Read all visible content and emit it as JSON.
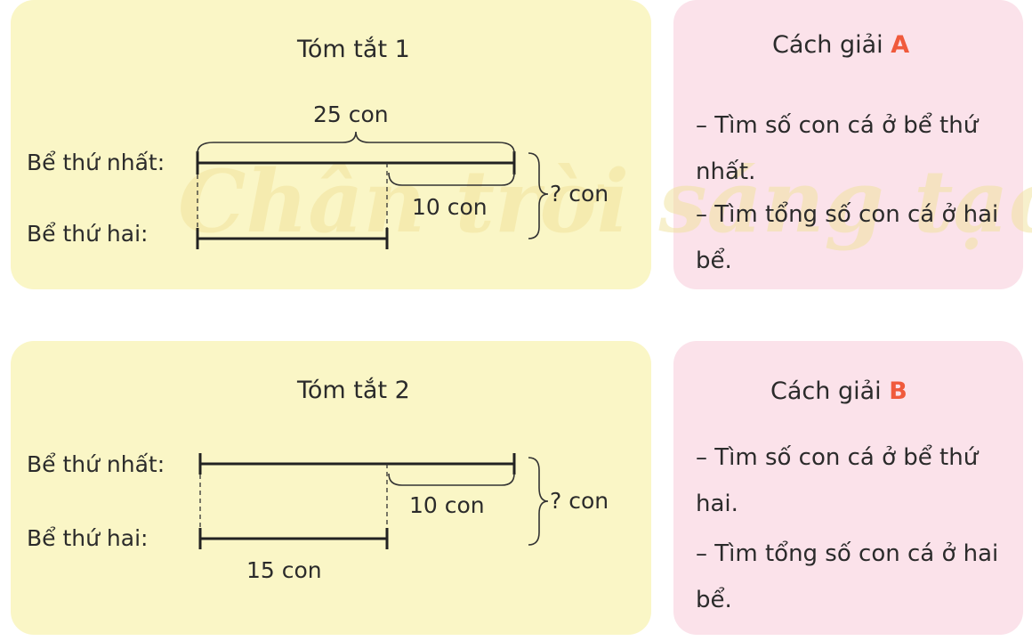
{
  "watermark": "Chân trời sáng tạo",
  "summary1": {
    "title": "Tóm tắt 1",
    "total": "25 con",
    "row1": "Bể thứ nhất:",
    "row2": "Bể thứ hai:",
    "diff": "10 con",
    "question": "? con"
  },
  "summary2": {
    "title": "Tóm tắt 2",
    "row1": "Bể thứ nhất:",
    "row2": "Bể thứ hai:",
    "diff": "10 con",
    "question": "? con",
    "second": "15 con"
  },
  "solutionA": {
    "prefix": "Cách giải",
    "letter": "A",
    "step1": "– Tìm số con cá ở bể thứ nhất.",
    "step2": "– Tìm tổng số con cá ở hai bể."
  },
  "solutionB": {
    "prefix": "Cách giải",
    "letter": "B",
    "step1": "– Tìm số con cá ở bể thứ hai.",
    "step2": "– Tìm tổng số con cá ở hai bể."
  },
  "colors": {
    "yellow_panel": "#faf6c6",
    "pink_panel": "#fbe2ea",
    "accent": "#f05a3c"
  }
}
